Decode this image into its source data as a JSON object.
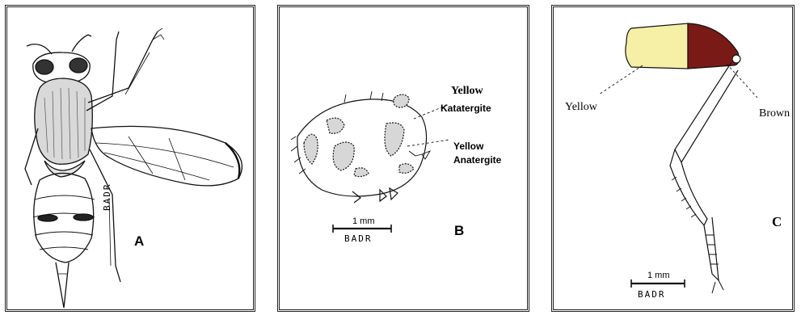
{
  "panels": {
    "a": {
      "letter": "A",
      "signature": "BADR"
    },
    "b": {
      "letter": "B",
      "label_yellow": "Yellow",
      "label_katatergite": "Katatergite",
      "label_yellow_anatergite": "Yellow\nAnatergite",
      "scale_text": "1 mm",
      "signature": "BADR"
    },
    "c": {
      "letter": "C",
      "label_yellow": "Yellow",
      "label_brown": "Brown",
      "scale_text": "1 mm",
      "signature": "BADR",
      "colors": {
        "yellow": "#f5f0a6",
        "brown": "#7a1a17"
      }
    }
  }
}
